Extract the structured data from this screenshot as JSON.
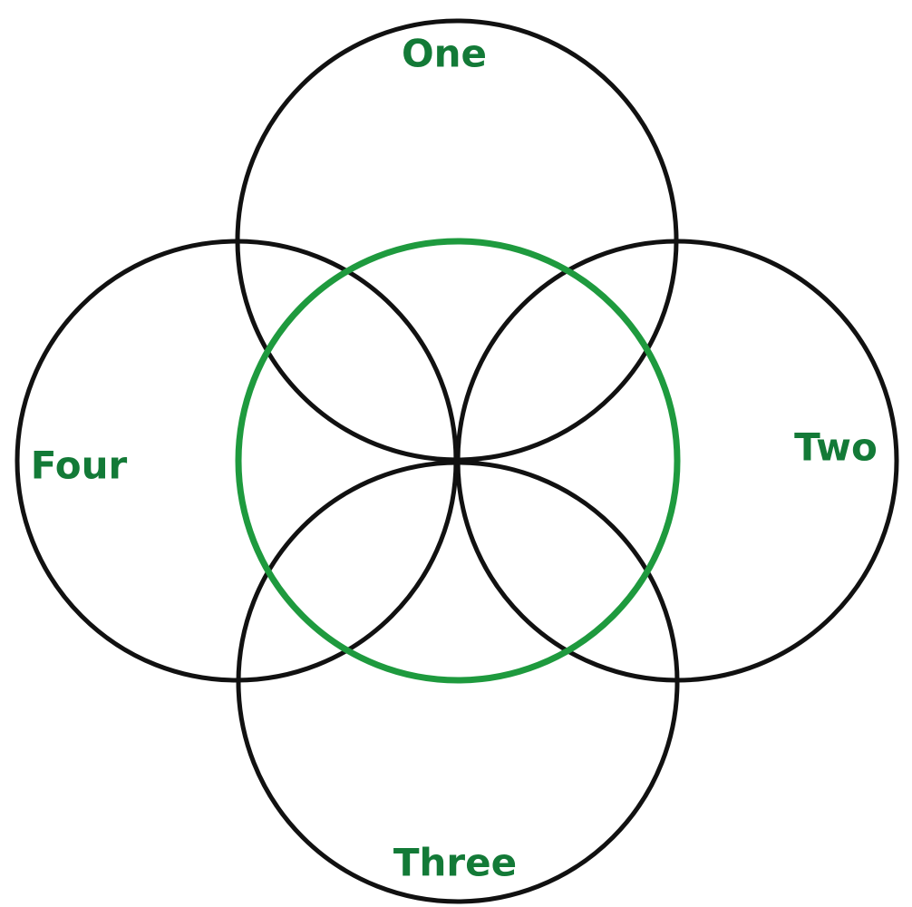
{
  "colors": {
    "outer_circle_stroke": "#111111",
    "center_circle_stroke": "#1e9a3e",
    "label_text": "#137a37",
    "background": "#ffffff"
  },
  "labels": {
    "top": "One",
    "right": "Two",
    "bottom": "Three",
    "left": "Four"
  }
}
